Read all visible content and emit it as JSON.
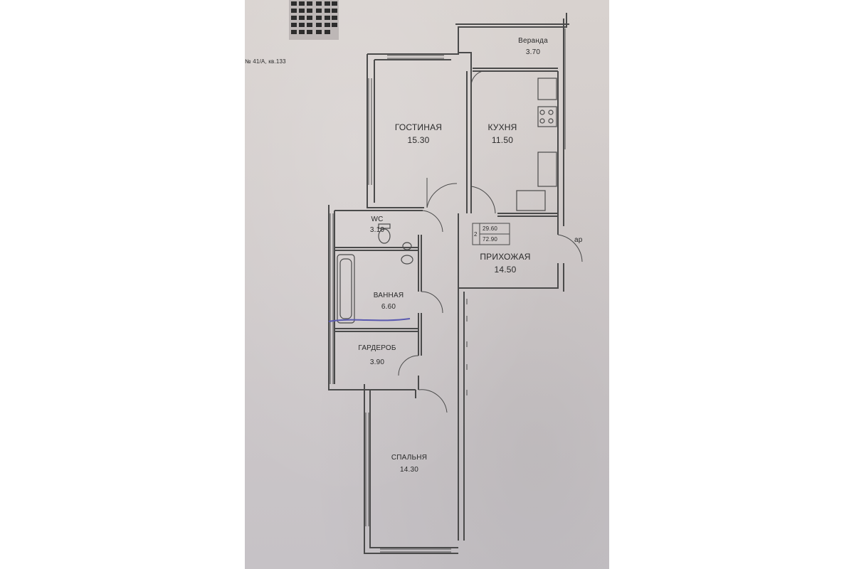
{
  "header": {
    "address": "№ 41/А, кв.133"
  },
  "rooms": {
    "veranda": {
      "name": "Веранда",
      "area": "3.70"
    },
    "living": {
      "name": "ГОСТИНАЯ",
      "area": "15.30"
    },
    "kitchen": {
      "name": "КУХНЯ",
      "area": "11.50"
    },
    "wc": {
      "name": "WC",
      "area": "3.10"
    },
    "hall": {
      "name": "ПРИХОЖАЯ",
      "area": "14.50"
    },
    "bathroom": {
      "name": "ВАННАЯ",
      "area": "6.60"
    },
    "wardrobe": {
      "name": "ГАРДЕРОБ",
      "area": "3.90"
    },
    "bedroom": {
      "name": "СПАЛЬНЯ",
      "area": "14.30"
    }
  },
  "summary": {
    "room_count": "2",
    "living_area": "29.60",
    "total_area": "72.90"
  },
  "markers": {
    "entrance": "ар"
  },
  "colors": {
    "paper": "#d2cccb",
    "wall": "#4a4a4a",
    "pen_mark": "#5a5ab0"
  }
}
